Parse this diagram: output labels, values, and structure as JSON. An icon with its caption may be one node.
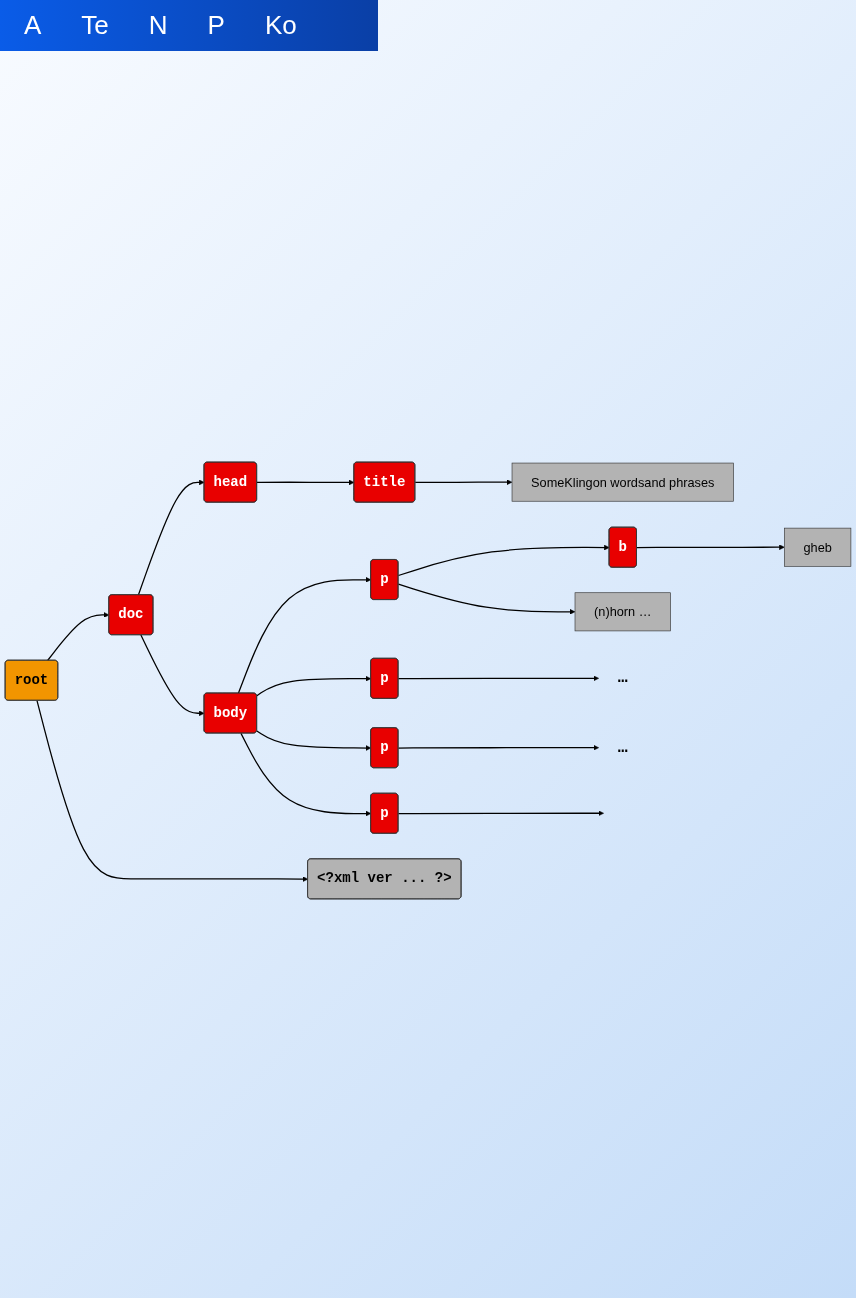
{
  "diagram": {
    "nodes": [
      {
        "text": [
          "root"
        ]
      },
      {
        "text": [
          "<?xml ver ... ?>"
        ]
      },
      {
        "text": [
          "doc"
        ]
      },
      {
        "text": [
          "head"
        ]
      },
      {
        "text": [
          "body"
        ]
      },
      {
        "text": [
          "title"
        ]
      },
      {
        "text": [
          "SomeKlingon wordsand phrases"
        ]
      },
      {
        "text": [
          "p"
        ]
      },
      {
        "text": [
          "p"
        ]
      },
      {
        "text": [
          "p"
        ]
      },
      {
        "text": [
          "p"
        ]
      },
      {
        "text": [
          "b"
        ]
      },
      {
        "text": [
          "gheb"
        ]
      },
      {
        "text": [
          "(n)horn …"
        ]
      },
      {
        "text": [
          "…"
        ]
      },
      {
        "text": [
          "…"
        ]
      }
    ],
    "edges": [
      {
        "from": 0,
        "to": 2,
        "arrow": "to"
      },
      {
        "from": 0,
        "to": 1,
        "arrow": "to"
      },
      {
        "from": 2,
        "to": 4,
        "arrow": "to"
      },
      {
        "from": 2,
        "to": 3,
        "arrow": "to"
      },
      {
        "from": 3,
        "to": 5,
        "arrow": "to"
      },
      {
        "from": 5,
        "to": 6,
        "arrow": "to"
      },
      {
        "from": 4,
        "to": 7,
        "arrow": "to"
      },
      {
        "from": 4,
        "to": 8,
        "arrow": "to"
      },
      {
        "from": 4,
        "to": 9,
        "arrow": "to"
      },
      {
        "from": 4,
        "to": 10,
        "arrow": "to"
      },
      {
        "from": 7,
        "to": 14,
        "arrow": "to"
      },
      {
        "from": 8,
        "to": null,
        "arrow": "to"
      },
      {
        "from": 9,
        "to": 11,
        "arrow": "to"
      },
      {
        "from": 9,
        "to": 13,
        "arrow": "to"
      },
      {
        "from": 11,
        "to": 12,
        "arrow": "to"
      },
      {
        "from": 10,
        "to": 15,
        "arrow": "to"
      }
    ],
    "labels": [
      "A",
      "Te",
      "N",
      "P",
      "Ko"
    ]
  }
}
